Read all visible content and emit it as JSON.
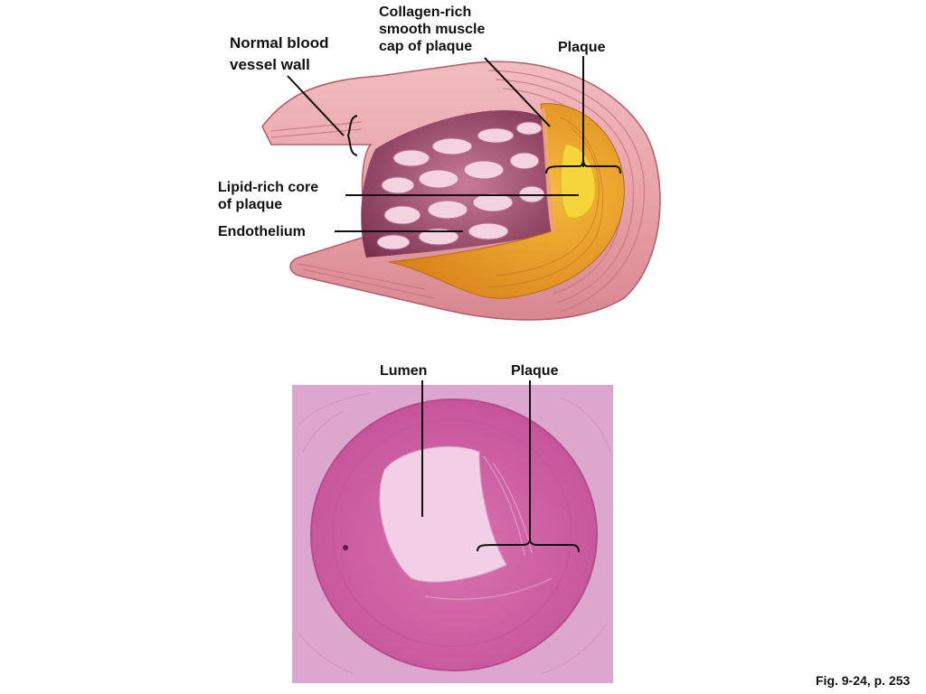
{
  "labels": {
    "normal_wall": [
      "Normal blood",
      "vessel wall"
    ],
    "collagen_cap": [
      "Collagen-rich",
      "smooth muscle",
      "cap of plaque"
    ],
    "plaque_top": "Plaque",
    "lipid_core": [
      "Lipid-rich core",
      "of plaque"
    ],
    "endothelium": "Endothelium",
    "lumen": "Lumen",
    "plaque_bottom": "Plaque"
  },
  "caption": "Fig. 9-24, p. 253",
  "colors": {
    "vessel_outer": "#e9a3a9",
    "vessel_wall_stripe": "#c9707c",
    "lumen_inner": "#8e3f5f",
    "endothelial_cell": "#f3d3e0",
    "plaque_orange": "#e89b20",
    "plaque_yellow": "#f6d53a",
    "histology_background": "#dca6cf",
    "histology_tissue": "#cf5f9f"
  }
}
